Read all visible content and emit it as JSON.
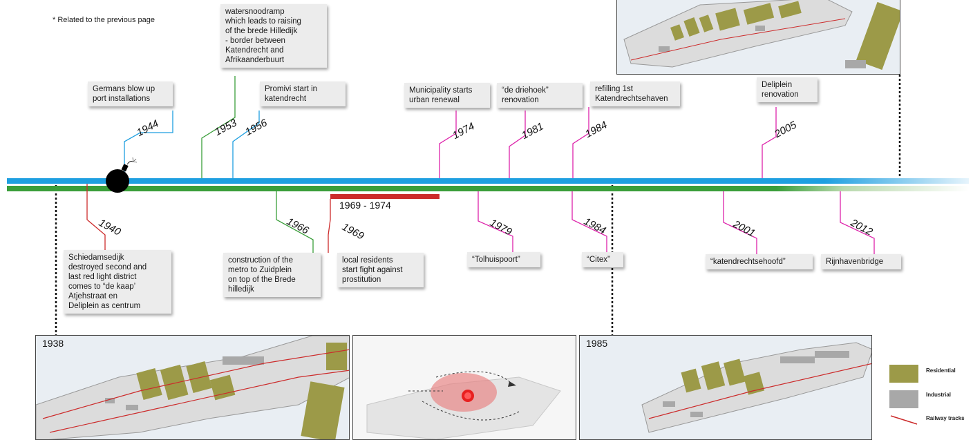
{
  "note": "* Related to the previous page",
  "colors": {
    "blue": "#1e9fe0",
    "green": "#3a9e3a",
    "pink": "#dd22aa",
    "red": "#cc2b2b",
    "residential": "#9c9a48",
    "industrial": "#a8a8a8",
    "water": "#e9eef3"
  },
  "events_top": [
    {
      "year": "1944",
      "label": "Germans blow up\nport installations"
    },
    {
      "year": "1953",
      "label": "watersnoodramp\nwhich leads to raising\nof the brede Hilledijk\n- border between\nKatendrecht and\nAfrikaanderbuurt"
    },
    {
      "year": "1956",
      "label": "Promivi start in\nkatendrecht"
    },
    {
      "year": "1974",
      "label": "Municipality starts\nurban renewal"
    },
    {
      "year": "1981",
      "label": "“de driehoek”\nrenovation"
    },
    {
      "year": "1984",
      "label": "refilling 1st\nKatendrechtsehaven"
    },
    {
      "year": "2005",
      "label": "Deliplein\nrenovation"
    }
  ],
  "events_bottom": [
    {
      "year": "1940",
      "label": "Schiedamsedijk\ndestroyed second and\nlast red light district\ncomes  to “de kaap’\nAtjehstraat en\nDeliplein as centrum"
    },
    {
      "year": "1966",
      "label": "construction of the\nmetro to Zuidplein\non top of the Brede\nhilledijk"
    },
    {
      "year": "1969",
      "label": "local residents\nstart fight against\nprostitution"
    },
    {
      "year": "1979",
      "label": "“Tolhuispoort”"
    },
    {
      "year": "1984",
      "label": "“Citex”"
    },
    {
      "year": "2001",
      "label": "“katendrechtsehoofd”"
    },
    {
      "year": "2012",
      "label": "Rijnhavenbridge"
    }
  ],
  "range": {
    "label": "1969 - 1974"
  },
  "maps": {
    "left": {
      "label": "1938"
    },
    "middle": {
      "label": ""
    },
    "right": {
      "label": "1985"
    }
  },
  "legend": [
    {
      "label": "Residential",
      "icon": "residential-swatch"
    },
    {
      "label": "Industrial",
      "icon": "industrial-swatch"
    },
    {
      "label": "Railway tracks",
      "icon": "railway-line-icon"
    }
  ]
}
